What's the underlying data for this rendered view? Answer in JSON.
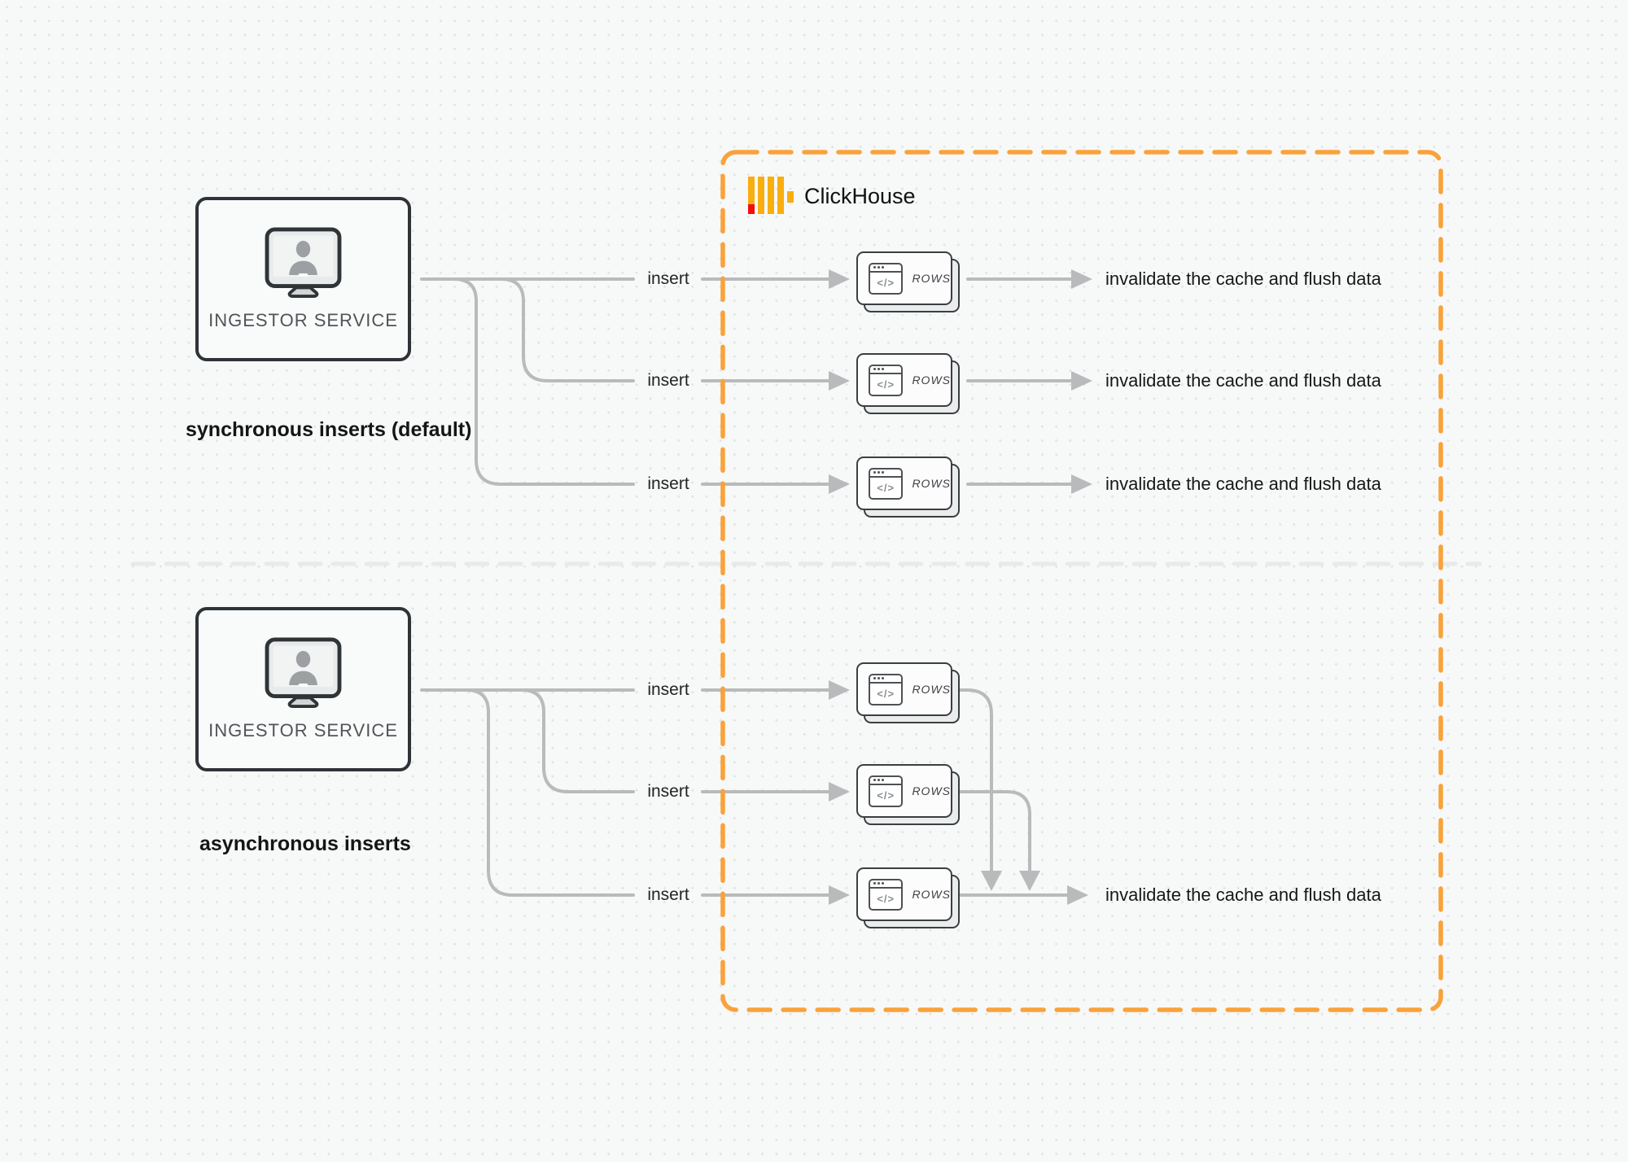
{
  "diagram": {
    "clickhouse_title": "ClickHouse",
    "ingestor_label": "INGESTOR SERVICE",
    "sync_caption": "synchronous inserts (default)",
    "async_caption": "asynchronous inserts",
    "insert_label": "insert",
    "outcome_label": "invalidate the cache and flush data",
    "rows_label": "ROWS",
    "code_glyph": "</>",
    "colors": {
      "border_orange": "#F9A23B",
      "logo_amber": "#F9AE0F",
      "logo_red": "#F30E0E",
      "line_gray": "#B9BABB",
      "divider_gray": "#E8E9EA"
    }
  }
}
